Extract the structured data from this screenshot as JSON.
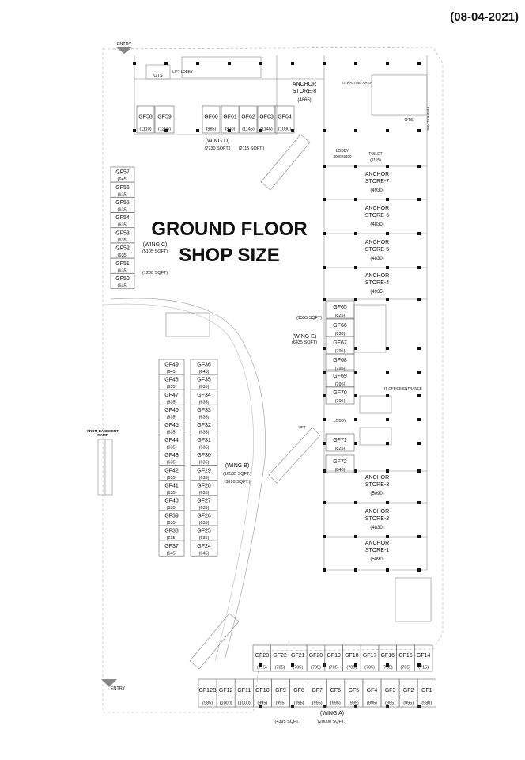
{
  "date": "(08-04-2021)",
  "title": {
    "line1": "GROUND FLOOR",
    "line2": "SHOP SIZE"
  },
  "entries": {
    "top": "ENTRY",
    "bottom": "ENTRY"
  },
  "labels": {
    "ots_left": "OTS",
    "ots_right": "OTS",
    "lift_lobby": "LIFT LOBBY",
    "lobby_top": "LOBBY",
    "lobby_top_area": "3000X5400",
    "toilet": "TOILET",
    "toilet_area": "(1115)",
    "lobby_mid": "LOBBY",
    "it_waiting": "IT WAITING AREA",
    "it_office": "IT OFFICE ENTRANCE",
    "from_basement": "FROM BASEMENT",
    "ramp": "RAMP",
    "escalator": "LIFT",
    "fire_escape": "FIRE ESCAPE"
  },
  "wings": {
    "a": {
      "name": "(WING A)",
      "area": "(20000 SQFT.)",
      "extra": "(4395 SQFT.)"
    },
    "b": {
      "name": "(WING B)",
      "area": "(16565 SQFT.)",
      "extra": "(3810 SQFT.)"
    },
    "c": {
      "name": "(WING C)",
      "area": "(5105 SQFT)",
      "extra": "(1280 SQFT)"
    },
    "d": {
      "name": "(WING D)",
      "area": "(7730 SQFT.)",
      "extra": "(2115 SQFT.)"
    },
    "e": {
      "name": "(WING E)",
      "area": "(6435 SQFT)",
      "extra": "(1555 SQFT)"
    }
  },
  "anchors": [
    {
      "name": "ANCHOR",
      "num": "STORE-8",
      "area": "(4865)"
    },
    {
      "name": "ANCHOR",
      "num": "STORE-7",
      "area": "(4930)"
    },
    {
      "name": "ANCHOR",
      "num": "STORE-6",
      "area": "(4830)"
    },
    {
      "name": "ANCHOR",
      "num": "STORE-5",
      "area": "(4830)"
    },
    {
      "name": "ANCHOR",
      "num": "STORE-4",
      "area": "(4935)"
    },
    {
      "name": "ANCHOR",
      "num": "STORE-3",
      "area": "(5090)"
    },
    {
      "name": "ANCHOR",
      "num": "STORE-2",
      "area": "(4830)"
    },
    {
      "name": "ANCHOR",
      "num": "STORE-1",
      "area": "(5090)"
    }
  ],
  "shops_top": [
    {
      "id": "GF58",
      "area": "(1110)"
    },
    {
      "id": "GF59",
      "area": "(1265)"
    },
    {
      "id": "GF60",
      "area": "(985)"
    },
    {
      "id": "GF61",
      "area": "(970)"
    },
    {
      "id": "GF62",
      "area": "(1145)"
    },
    {
      "id": "GF63",
      "area": "(1145)"
    },
    {
      "id": "GF64",
      "area": "(1090)"
    }
  ],
  "shops_wing_c": [
    {
      "id": "GF57",
      "area": "(645)"
    },
    {
      "id": "GF56",
      "area": "(635)"
    },
    {
      "id": "GF55",
      "area": "(635)"
    },
    {
      "id": "GF54",
      "area": "(635)"
    },
    {
      "id": "GF53",
      "area": "(635)"
    },
    {
      "id": "GF52",
      "area": "(635)"
    },
    {
      "id": "GF51",
      "area": "(635)"
    },
    {
      "id": "GF50",
      "area": "(645)"
    }
  ],
  "shops_wing_b_left": [
    {
      "id": "GF49",
      "area": "(645)"
    },
    {
      "id": "GF48",
      "area": "(635)"
    },
    {
      "id": "GF47",
      "area": "(635)"
    },
    {
      "id": "GF46",
      "area": "(635)"
    },
    {
      "id": "GF45",
      "area": "(635)"
    },
    {
      "id": "GF44",
      "area": "(635)"
    },
    {
      "id": "GF43",
      "area": "(635)"
    },
    {
      "id": "GF42",
      "area": "(635)"
    },
    {
      "id": "GF41",
      "area": "(635)"
    },
    {
      "id": "GF40",
      "area": "(635)"
    },
    {
      "id": "GF39",
      "area": "(635)"
    },
    {
      "id": "GF38",
      "area": "(635)"
    },
    {
      "id": "GF37",
      "area": "(645)"
    }
  ],
  "shops_wing_b_right": [
    {
      "id": "GF36",
      "area": "(645)"
    },
    {
      "id": "GF35",
      "area": "(635)"
    },
    {
      "id": "GF34",
      "area": "(635)"
    },
    {
      "id": "GF33",
      "area": "(635)"
    },
    {
      "id": "GF32",
      "area": "(635)"
    },
    {
      "id": "GF31",
      "area": "(635)"
    },
    {
      "id": "GF30",
      "area": "(635)"
    },
    {
      "id": "GF29",
      "area": "(635)"
    },
    {
      "id": "GF28",
      "area": "(635)"
    },
    {
      "id": "GF27",
      "area": "(635)"
    },
    {
      "id": "GF26",
      "area": "(635)"
    },
    {
      "id": "GF25",
      "area": "(635)"
    },
    {
      "id": "GF24",
      "area": "(645)"
    }
  ],
  "shops_wing_e": [
    {
      "id": "GF65",
      "area": "(825)"
    },
    {
      "id": "GF66",
      "area": "(830)"
    },
    {
      "id": "GF67",
      "area": "(795)"
    },
    {
      "id": "GF68",
      "area": "(795)"
    },
    {
      "id": "GF69",
      "area": "(795)"
    },
    {
      "id": "GF70",
      "area": "(705)"
    },
    {
      "id": "GF71",
      "area": "(825)"
    },
    {
      "id": "GF72",
      "area": "(840)"
    }
  ],
  "shops_wing_a_top": [
    {
      "id": "GF23",
      "area": "(715)"
    },
    {
      "id": "GF22",
      "area": "(705)"
    },
    {
      "id": "GF21",
      "area": "(705)"
    },
    {
      "id": "GF20",
      "area": "(705)"
    },
    {
      "id": "GF19",
      "area": "(705)"
    },
    {
      "id": "GF18",
      "area": "(705)"
    },
    {
      "id": "GF17",
      "area": "(705)"
    },
    {
      "id": "GF16",
      "area": "(705)"
    },
    {
      "id": "GF15",
      "area": "(705)"
    },
    {
      "id": "GF14",
      "area": "(715)"
    }
  ],
  "shops_wing_a_bottom": [
    {
      "id": "GF12B",
      "area": "(985)"
    },
    {
      "id": "GF12",
      "area": "(1000)"
    },
    {
      "id": "GF11",
      "area": "(1000)"
    },
    {
      "id": "GF10",
      "area": "(995)"
    },
    {
      "id": "GF9",
      "area": "(995)"
    },
    {
      "id": "GF8",
      "area": "(995)"
    },
    {
      "id": "GF7",
      "area": "(995)"
    },
    {
      "id": "GF6",
      "area": "(995)"
    },
    {
      "id": "GF5",
      "area": "(995)"
    },
    {
      "id": "GF4",
      "area": "(995)"
    },
    {
      "id": "GF3",
      "area": "(995)"
    },
    {
      "id": "GF2",
      "area": "(995)"
    },
    {
      "id": "GF1",
      "area": "(980)"
    }
  ]
}
